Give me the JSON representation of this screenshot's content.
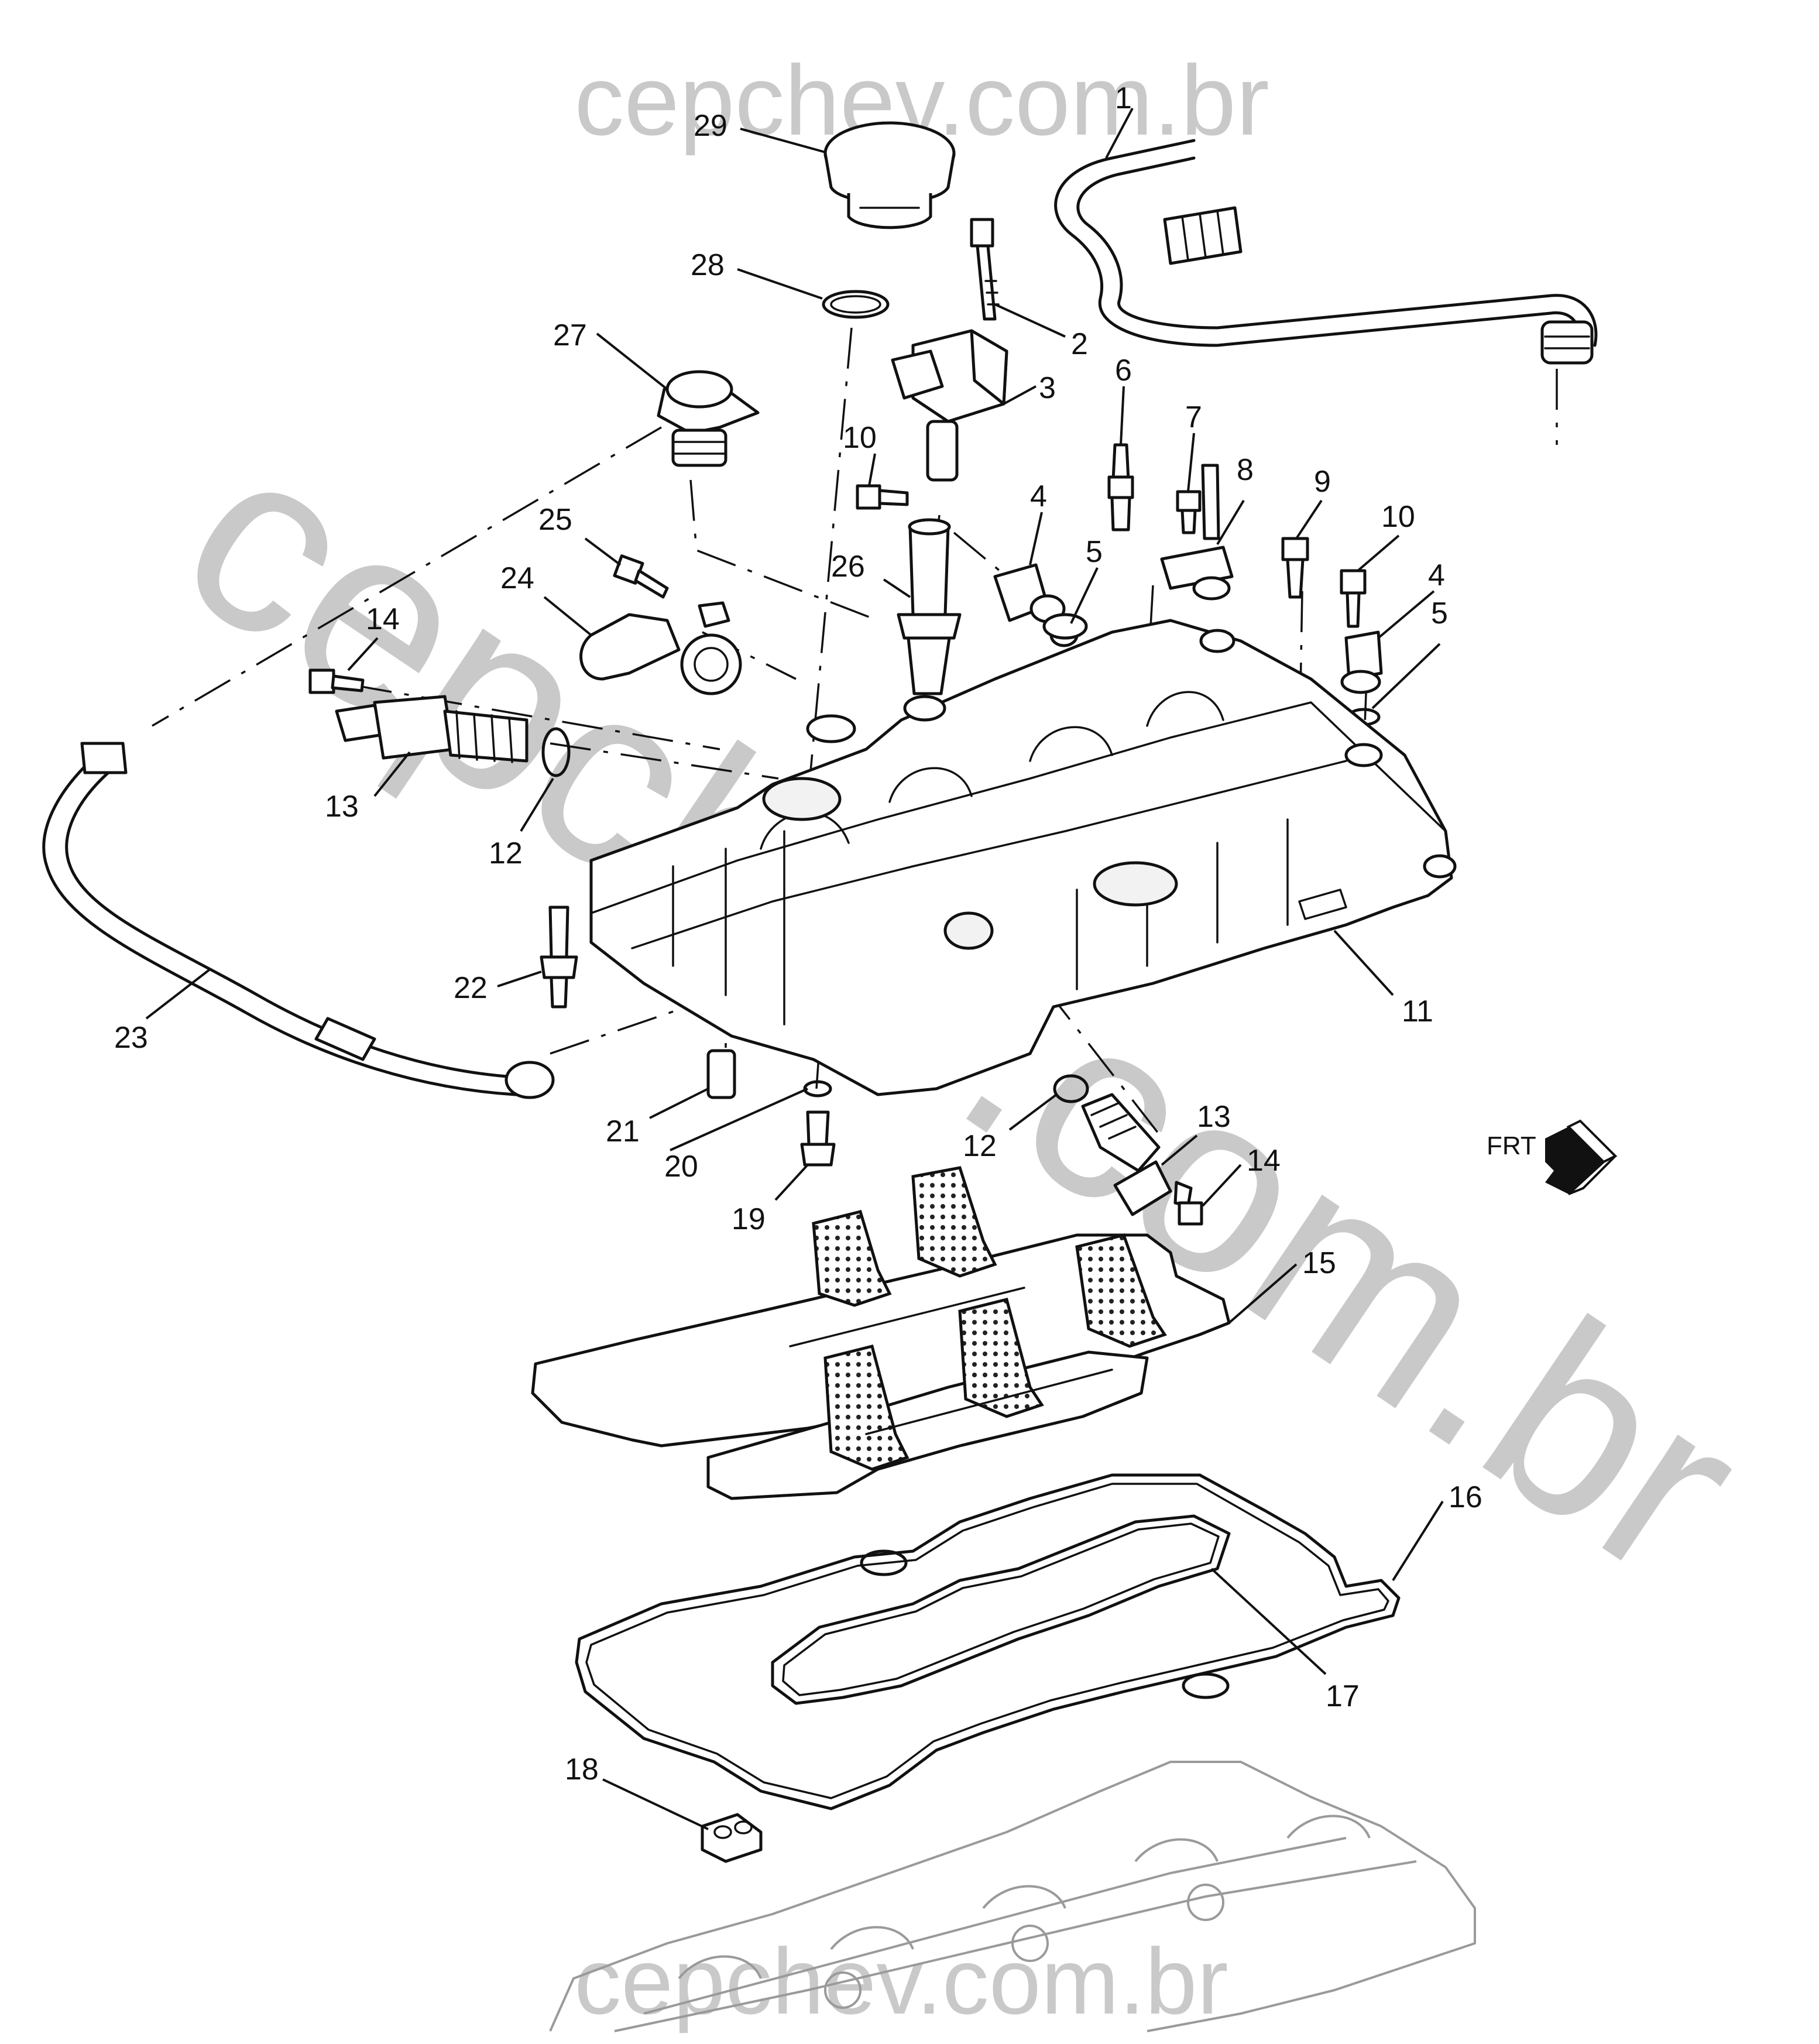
{
  "watermarks": {
    "top": "cepchev.com.br",
    "diagonal": "cepchev.com.br",
    "bottom": "cepchev.com.br"
  },
  "orientation_badge": {
    "label": "FRT"
  },
  "callouts": [
    "1",
    "29",
    "28",
    "2",
    "3",
    "27",
    "6",
    "10",
    "7",
    "8",
    "9",
    "4",
    "5",
    "10",
    "4",
    "5",
    "25",
    "26",
    "24",
    "14",
    "13",
    "12",
    "22",
    "11",
    "23",
    "21",
    "20",
    "12",
    "13",
    "14",
    "19",
    "15",
    "16",
    "17",
    "18"
  ],
  "colors": {
    "line": "#111111",
    "watermark": "#c9c9c9",
    "ghost": "#9a9a9a"
  },
  "icons": {
    "frt": "frt-arrow-icon"
  }
}
